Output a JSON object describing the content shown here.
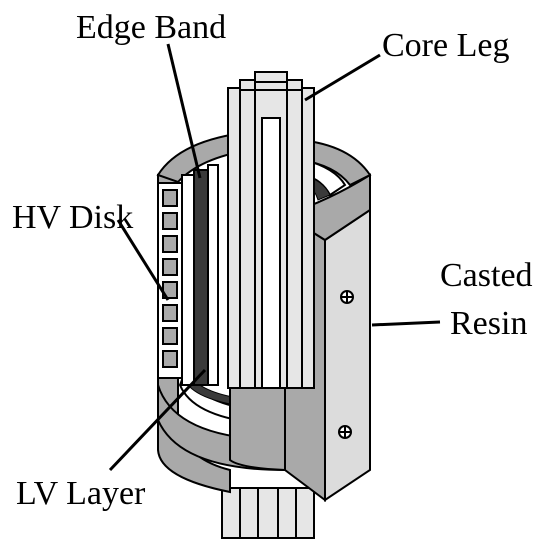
{
  "labels": {
    "edge_band": "Edge Band",
    "core_leg": "Core Leg",
    "hv_disk": "HV Disk",
    "casted": "Casted",
    "resin": "Resin",
    "lv_layer": "LV Layer"
  },
  "colors": {
    "resin_gray": "#a9a9a9",
    "light_face": "#dcdcdc",
    "core_light": "#e6e6e6",
    "core_white": "#ffffff",
    "lv_dark": "#3a3a3a",
    "line": "#000000"
  }
}
